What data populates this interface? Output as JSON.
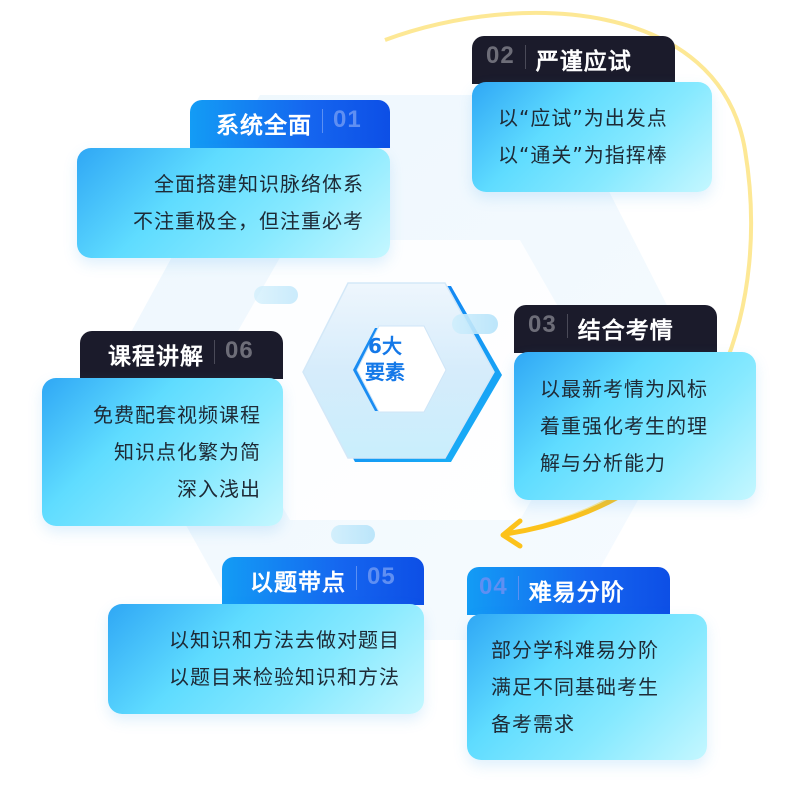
{
  "center": {
    "line1": "6大",
    "line2": "要素"
  },
  "colors": {
    "blue_tab_start": "#139cf5",
    "blue_tab_end": "#0d4fe6",
    "dark_tab": "#1b1b2b",
    "card_start": "#2fa7f5",
    "card_end": "#c5f7ff",
    "arrow": "#fcc21b",
    "center_text": "#1478e8"
  },
  "elements": [
    {
      "num": "01",
      "title": "系统全面",
      "lines": [
        "全面搭建知识脉络体系",
        "不注重极全，但注重必考"
      ]
    },
    {
      "num": "02",
      "title": "严谨应试",
      "lines": [
        "以“应试”为出发点",
        "以“通关”为指挥棒"
      ]
    },
    {
      "num": "03",
      "title": "结合考情",
      "lines": [
        "以最新考情为风标",
        "着重强化考生的理",
        "解与分析能力"
      ]
    },
    {
      "num": "04",
      "title": "难易分阶",
      "lines": [
        "部分学科难易分阶",
        "满足不同基础考生",
        "备考需求"
      ]
    },
    {
      "num": "05",
      "title": "以题带点",
      "lines": [
        "以知识和方法去做对题目",
        "以题目来检验知识和方法"
      ]
    },
    {
      "num": "06",
      "title": "课程讲解",
      "lines": [
        "免费配套视频课程",
        "知识点化繁为简",
        "深入浅出"
      ]
    }
  ]
}
